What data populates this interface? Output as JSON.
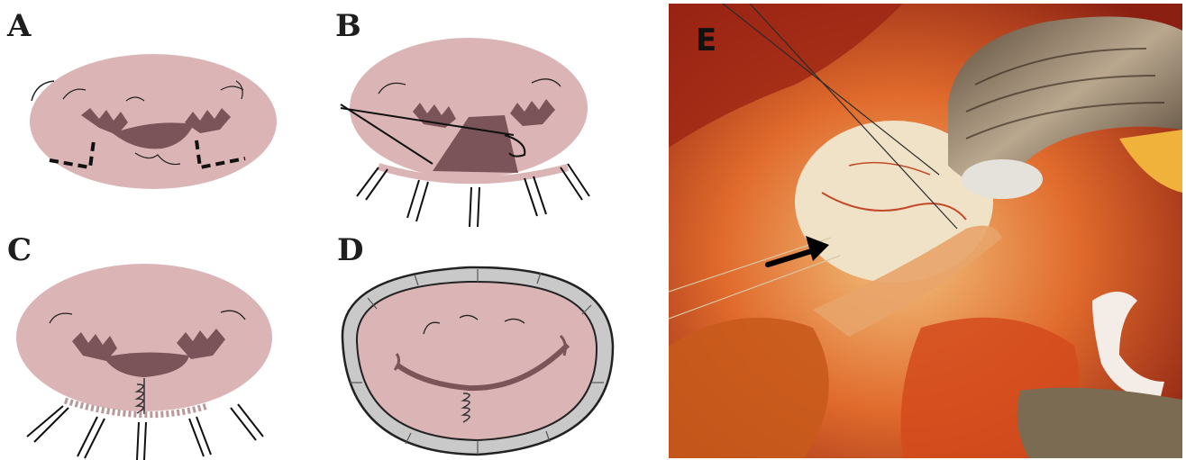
{
  "panels": {
    "a": {
      "label": "A"
    },
    "b": {
      "label": "B"
    },
    "c": {
      "label": "C"
    },
    "d": {
      "label": "D"
    },
    "e": {
      "label": "E"
    }
  },
  "colors": {
    "leaflet": "#dbb4b6",
    "orifice": "#7a5458",
    "ring": "#c9c9c9",
    "outline": "#1a1a1a"
  }
}
